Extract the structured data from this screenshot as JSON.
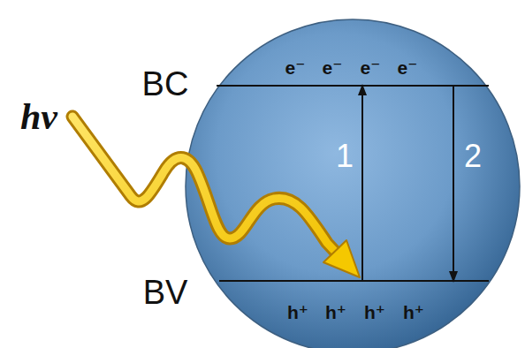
{
  "diagram": {
    "labels": [
      "hν",
      "BC",
      "e⁻",
      "e⁻",
      "e⁻",
      "e⁻",
      "1",
      "2",
      "BV",
      "h⁺",
      "h⁺",
      "h⁺",
      "h⁺"
    ]
  }
}
